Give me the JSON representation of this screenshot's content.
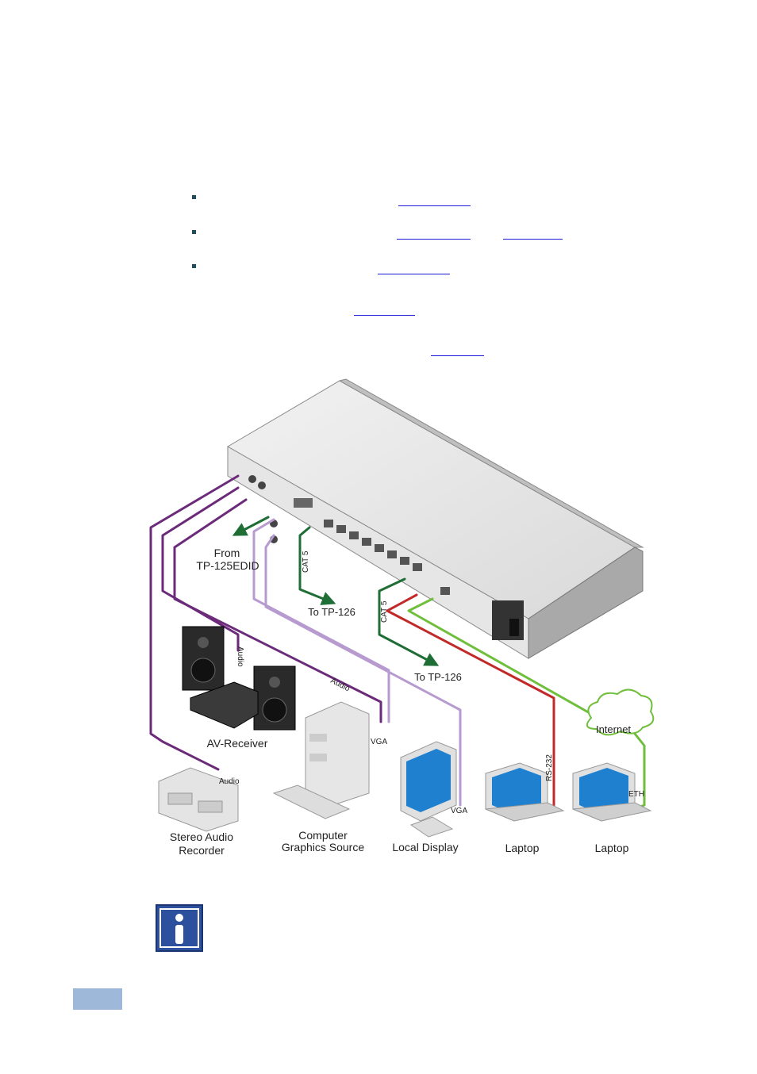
{
  "diagram": {
    "labels": {
      "from_source": "From",
      "from_model": "TP-125EDID",
      "cat5_left": "CAT 5",
      "cat5_right": "CAT 5",
      "to_tp126_a": "To TP-126",
      "to_tp126_b": "To TP-126",
      "audio_speaker": "Audio",
      "audio_mid": "Audio",
      "audio_recorder": "Audio",
      "vga_computer": "VGA",
      "vga_display": "VGA",
      "rs232": "RS-232",
      "internet": "Internet",
      "eth": "ETH"
    },
    "devices": {
      "av_receiver": "AV-Receiver",
      "stereo_recorder_l1": "Stereo Audio",
      "stereo_recorder_l2": "Recorder",
      "computer_l1": "Computer",
      "computer_l2": "Graphics Source",
      "local_display": "Local Display",
      "laptop_rs232": "Laptop",
      "laptop_eth": "Laptop"
    },
    "cable_colors": {
      "audio": "#6b2a7a",
      "vga": "#b79bd0",
      "cat5": "#1e6e36",
      "rs232": "#c22a2a",
      "ethernet": "#6fbe3c"
    }
  },
  "note": {
    "icon": "info-icon"
  }
}
